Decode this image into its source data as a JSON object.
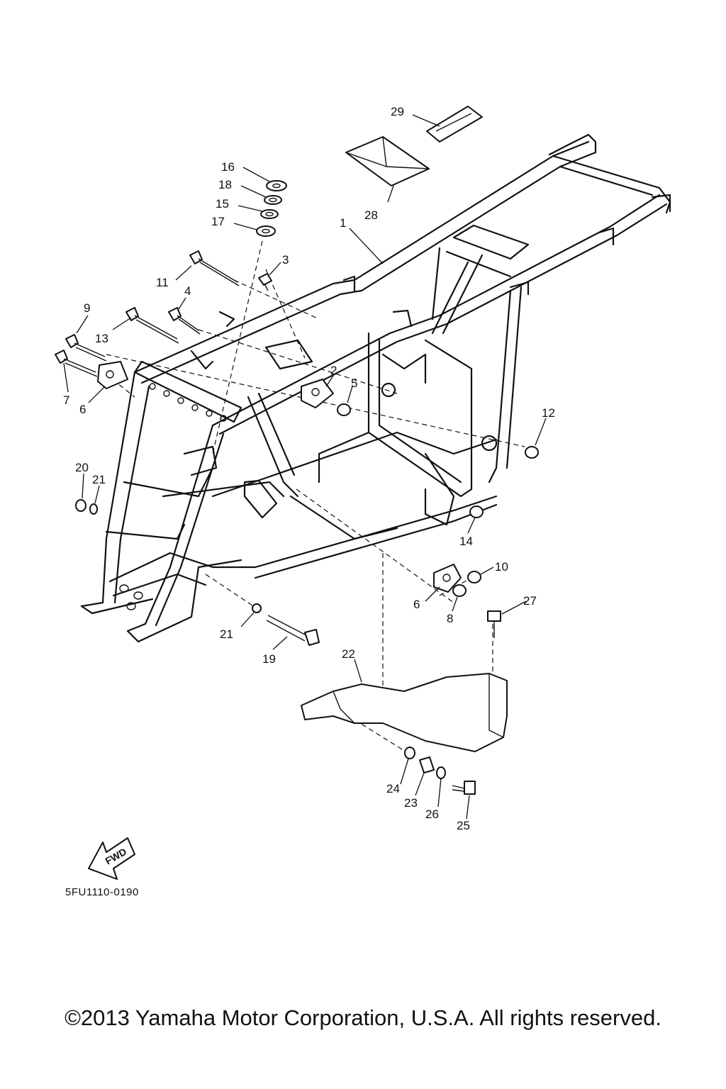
{
  "diagram": {
    "callouts": [
      {
        "id": "c1",
        "text": "1"
      },
      {
        "id": "c2",
        "text": "2"
      },
      {
        "id": "c3",
        "text": "3"
      },
      {
        "id": "c4",
        "text": "4"
      },
      {
        "id": "c5",
        "text": "5"
      },
      {
        "id": "c6a",
        "text": "6"
      },
      {
        "id": "c6b",
        "text": "6"
      },
      {
        "id": "c7",
        "text": "7"
      },
      {
        "id": "c8",
        "text": "8"
      },
      {
        "id": "c9",
        "text": "9"
      },
      {
        "id": "c10",
        "text": "10"
      },
      {
        "id": "c11",
        "text": "11"
      },
      {
        "id": "c12",
        "text": "12"
      },
      {
        "id": "c13",
        "text": "13"
      },
      {
        "id": "c14",
        "text": "14"
      },
      {
        "id": "c15",
        "text": "15"
      },
      {
        "id": "c16",
        "text": "16"
      },
      {
        "id": "c17",
        "text": "17"
      },
      {
        "id": "c18",
        "text": "18"
      },
      {
        "id": "c19",
        "text": "19"
      },
      {
        "id": "c20",
        "text": "20"
      },
      {
        "id": "c21a",
        "text": "21"
      },
      {
        "id": "c21b",
        "text": "21"
      },
      {
        "id": "c22",
        "text": "22"
      },
      {
        "id": "c23",
        "text": "23"
      },
      {
        "id": "c24",
        "text": "24"
      },
      {
        "id": "c25",
        "text": "25"
      },
      {
        "id": "c26",
        "text": "26"
      },
      {
        "id": "c27",
        "text": "27"
      },
      {
        "id": "c28",
        "text": "28"
      },
      {
        "id": "c29",
        "text": "29"
      }
    ],
    "fwd_label": "FWD",
    "diagram_code": "5FU1110-0190"
  },
  "footer": {
    "copyright": "©2013 Yamaha Motor Corporation, U.S.A. All rights reserved."
  }
}
